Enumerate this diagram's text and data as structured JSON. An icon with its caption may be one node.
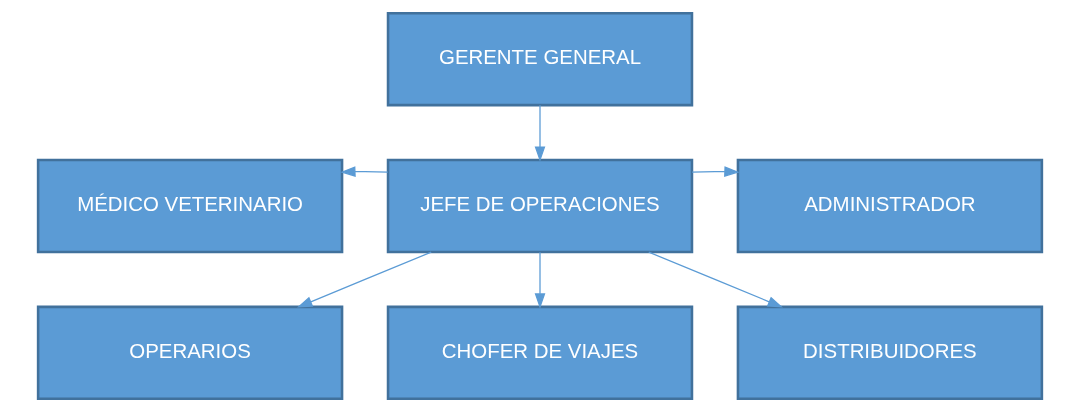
{
  "diagram": {
    "nodes": [
      {
        "text": [
          "GERENTE GENERAL"
        ]
      },
      {
        "text": [
          "MÉDICO VETERINARIO"
        ]
      },
      {
        "text": [
          "JEFE DE OPERACIONES"
        ]
      },
      {
        "text": [
          "ADMINISTRADOR"
        ]
      },
      {
        "text": [
          "OPERARIOS"
        ]
      },
      {
        "text": [
          "CHOFER DE VIAJES"
        ]
      },
      {
        "text": [
          "DISTRIBUIDORES"
        ]
      }
    ],
    "edges": [
      {
        "from": 0,
        "to": 2,
        "arrow": "to"
      },
      {
        "from": 2,
        "to": 1,
        "arrow": "to"
      },
      {
        "from": 2,
        "to": 3,
        "arrow": "to"
      },
      {
        "from": 2,
        "to": 4,
        "arrow": "to"
      },
      {
        "from": 2,
        "to": 5,
        "arrow": "to"
      },
      {
        "from": 2,
        "to": 6,
        "arrow": "to"
      }
    ]
  }
}
